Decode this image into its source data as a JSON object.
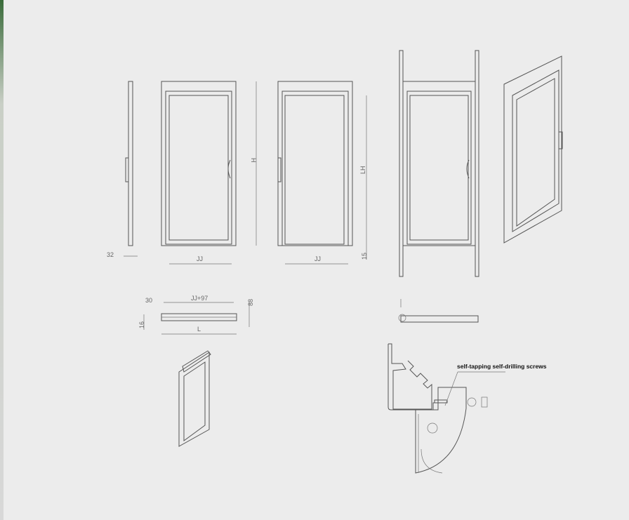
{
  "dimensions": {
    "side_thickness": "32",
    "front_height": "H",
    "front_width": "JJ",
    "back_width": "JJ",
    "back_height": "LH",
    "bottom_gap": "15",
    "plan_offset": "30",
    "plan_span": "JJ+97",
    "plan_depth": "88",
    "plan_thickness": "16",
    "plan_length": "L"
  },
  "annotation": "self-tapping self-drilling screws"
}
